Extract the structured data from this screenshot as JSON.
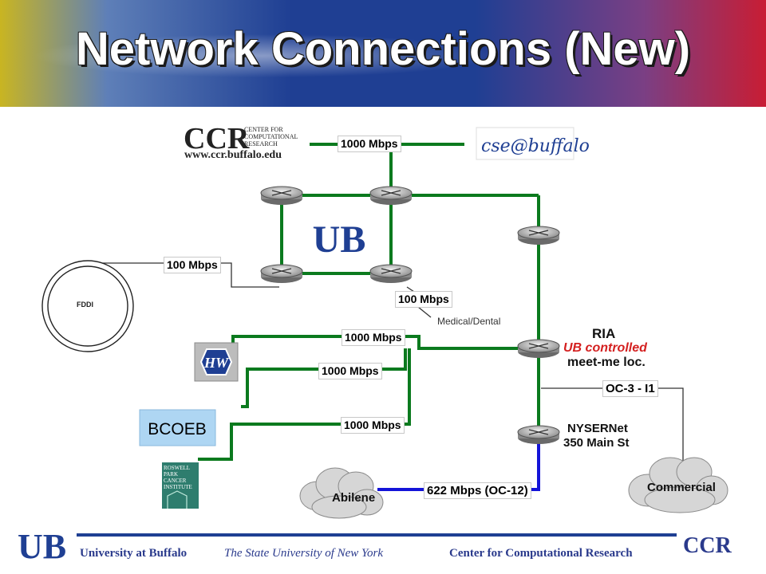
{
  "title": "Network Connections (New)",
  "links": {
    "top": "1000 Mbps",
    "fddi": "100 Mbps",
    "medical": "100 Mbps",
    "hw": "1000 Mbps",
    "bcoeb": "1000 Mbps",
    "roswell": "1000 Mbps",
    "commercial": "OC-3 - I1",
    "abilene": "622 Mbps (OC-12)"
  },
  "labels": {
    "medical_dental": "Medical/Dental",
    "fddi": "FDDI",
    "bcoeb": "BCOEB",
    "ria": "RIA",
    "ria_sub1": "UB controlled",
    "ria_sub2": "meet-me loc.",
    "nysernet1": "NYSERNet",
    "nysernet2": "350 Main St",
    "abilene": "Abilene",
    "commercial": "Commercial"
  },
  "logos": {
    "ccr_big": "CCR",
    "ccr_small1": "Center for",
    "ccr_small2": "Computational",
    "ccr_small3": "Research",
    "ccr_url": "www.ccr.buffalo.edu",
    "cse": "cse@buffalo",
    "ub": "UB",
    "hw": "HW",
    "roswell1": "ROSWELL",
    "roswell2": "PARK",
    "roswell3": "CANCER",
    "roswell4": "INSTITUTE"
  },
  "footer": {
    "ub_logo": "UB",
    "university": "University at Buffalo",
    "state": "The State University of New York",
    "center": "Center for Computational Research",
    "ccr": "CCR"
  },
  "colors": {
    "link_green": "#0b7a1e",
    "link_blue": "#1414d8",
    "ub_blue": "#1f3f93",
    "red_text": "#d42020"
  }
}
